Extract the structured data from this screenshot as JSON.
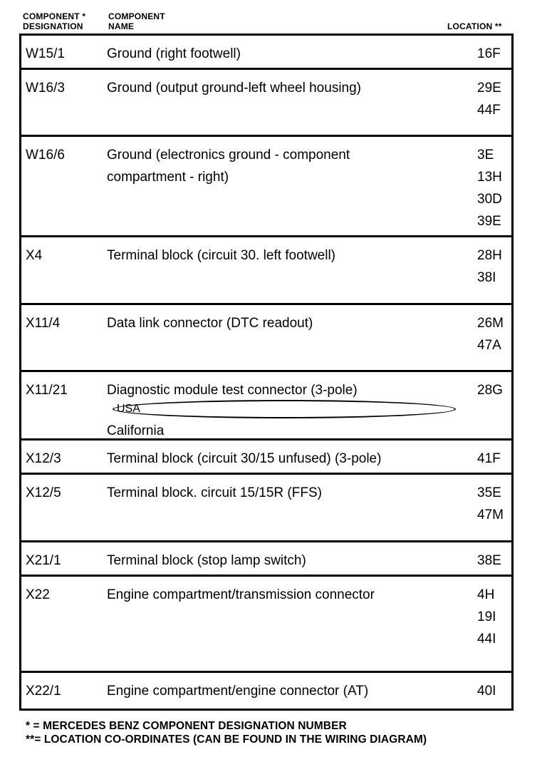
{
  "header": {
    "designation_l1": "COMPONENT *",
    "designation_l2": "DESIGNATION",
    "name_l1": "COMPONENT",
    "name_l2": "NAME",
    "location": "LOCATION **"
  },
  "rows": [
    {
      "code": "W15/1",
      "name": [
        "Ground (right footwell)"
      ],
      "loc": [
        "16F"
      ]
    },
    {
      "code": "W16/3",
      "name": [
        "Ground (output ground-left wheel housing)"
      ],
      "loc": [
        "29E",
        "44F"
      ]
    },
    {
      "code": "W16/6",
      "name": [
        "Ground (electronics ground - component",
        "compartment - right)"
      ],
      "loc": [
        "3E",
        "13H",
        "30D",
        "39E"
      ]
    },
    {
      "code": "X4",
      "name": [
        "Terminal block (circuit 30. left footwell)"
      ],
      "loc": [
        "28H",
        "38I"
      ]
    },
    {
      "code": "X11/4",
      "name": [
        "Data link connector (DTC readout)"
      ],
      "loc": [
        "26M",
        "47A"
      ]
    },
    {
      "code": "X11/21",
      "name": [
        "Diagnostic module test connector (3-pole)",
        "California"
      ],
      "badge": "USA",
      "loc": [
        "28G"
      ]
    },
    {
      "code": "X12/3",
      "name": [
        "Terminal block (circuit 30/15 unfused) (3-pole)"
      ],
      "loc": [
        "41F"
      ]
    },
    {
      "code": "X12/5",
      "name": [
        "Terminal block. circuit 15/15R (FFS)"
      ],
      "loc": [
        "35E",
        "47M"
      ]
    },
    {
      "code": "X21/1",
      "name": [
        "Terminal block (stop lamp switch)"
      ],
      "loc": [
        "38E"
      ]
    },
    {
      "code": "X22",
      "name": [
        "Engine compartment/transmission connector"
      ],
      "loc": [
        "4H",
        "19I",
        "44I"
      ]
    },
    {
      "code": "X22/1",
      "name": [
        "Engine compartment/engine connector (AT)"
      ],
      "loc": [
        "40I"
      ]
    }
  ],
  "footnotes": {
    "f1": "* = MERCEDES BENZ COMPONENT DESIGNATION NUMBER",
    "f2": "**= LOCATION CO-ORDINATES (CAN BE FOUND IN THE WIRING DIAGRAM)"
  }
}
